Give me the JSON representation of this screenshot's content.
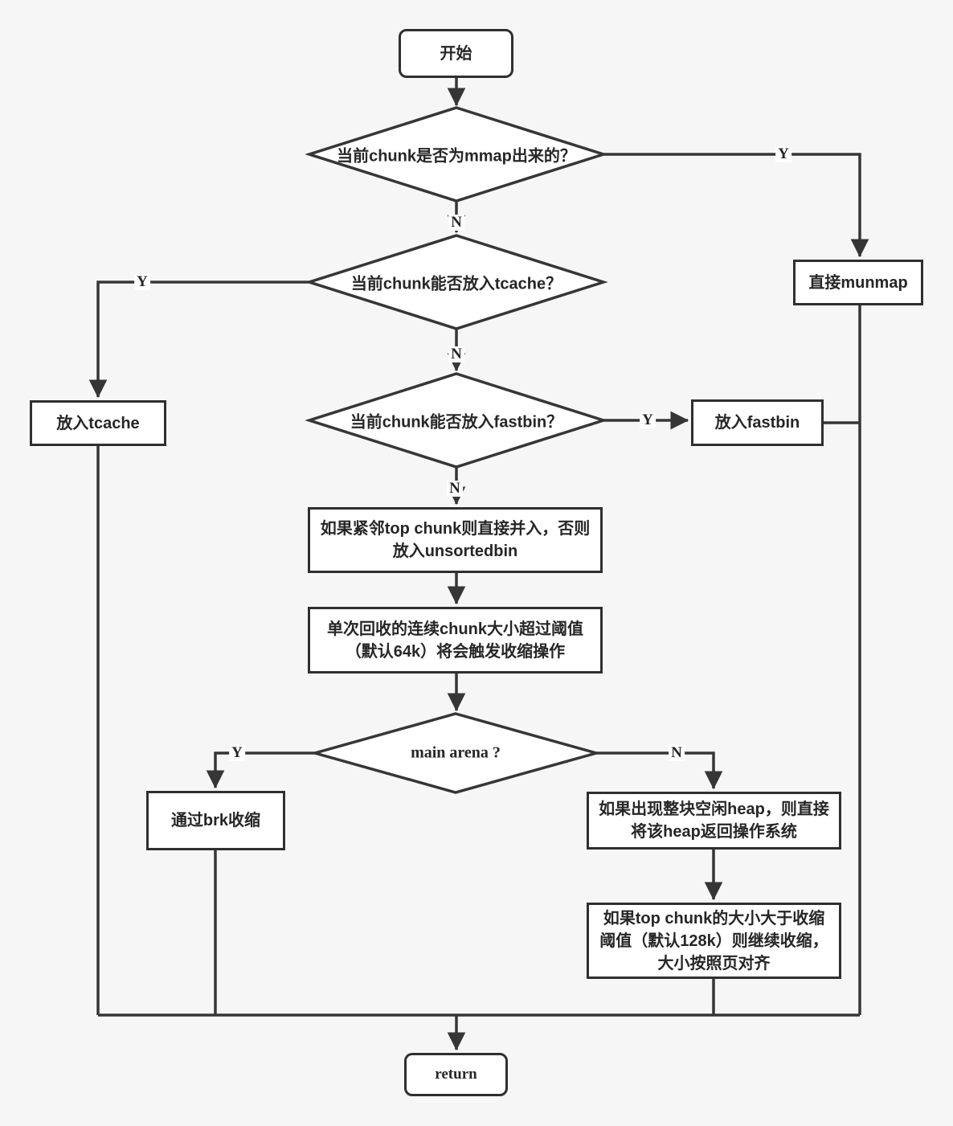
{
  "canvas": {
    "background": "#f6f6f6",
    "line_color": "#363636",
    "node_fill": "#ffffff",
    "node_border": "#2f2f2f",
    "text_color": "#262626"
  },
  "nodes": {
    "start": {
      "label": "开始"
    },
    "is_mmap": {
      "label": "当前chunk是否为mmap出来的？"
    },
    "munmap": {
      "label": "直接munmap"
    },
    "can_tcache": {
      "label": "当前chunk能否放入tcache？"
    },
    "put_tcache": {
      "label": "放入tcache"
    },
    "can_fastbin": {
      "label": "当前chunk能否放入fastbin？"
    },
    "put_fastbin": {
      "label": "放入fastbin"
    },
    "merge_or_unsorted": {
      "label": "如果紧邻top chunk则直接并入，否则放入unsortedbin"
    },
    "shrink_trigger": {
      "label": "单次回收的连续chunk大小超过阈值（默认64k）将会触发收缩操作"
    },
    "main_arena": {
      "label": "main arena ?"
    },
    "brk_shrink": {
      "label": "通过brk收缩"
    },
    "return_heap": {
      "label": "如果出现整块空闲heap，则直接将该heap返回操作系统"
    },
    "top_chunk_shrink": {
      "label": "如果top chunk的大小大于收缩阈值（默认128k）则继续收缩，大小按照页对齐"
    },
    "return": {
      "label": "return"
    }
  },
  "edge_labels": {
    "mmap_yes": "Y",
    "mmap_no": "N",
    "tcache_yes": "Y",
    "tcache_no": "N",
    "fastbin_yes": "Y",
    "fastbin_no": "N",
    "arena_yes": "Y",
    "arena_no": "N"
  }
}
